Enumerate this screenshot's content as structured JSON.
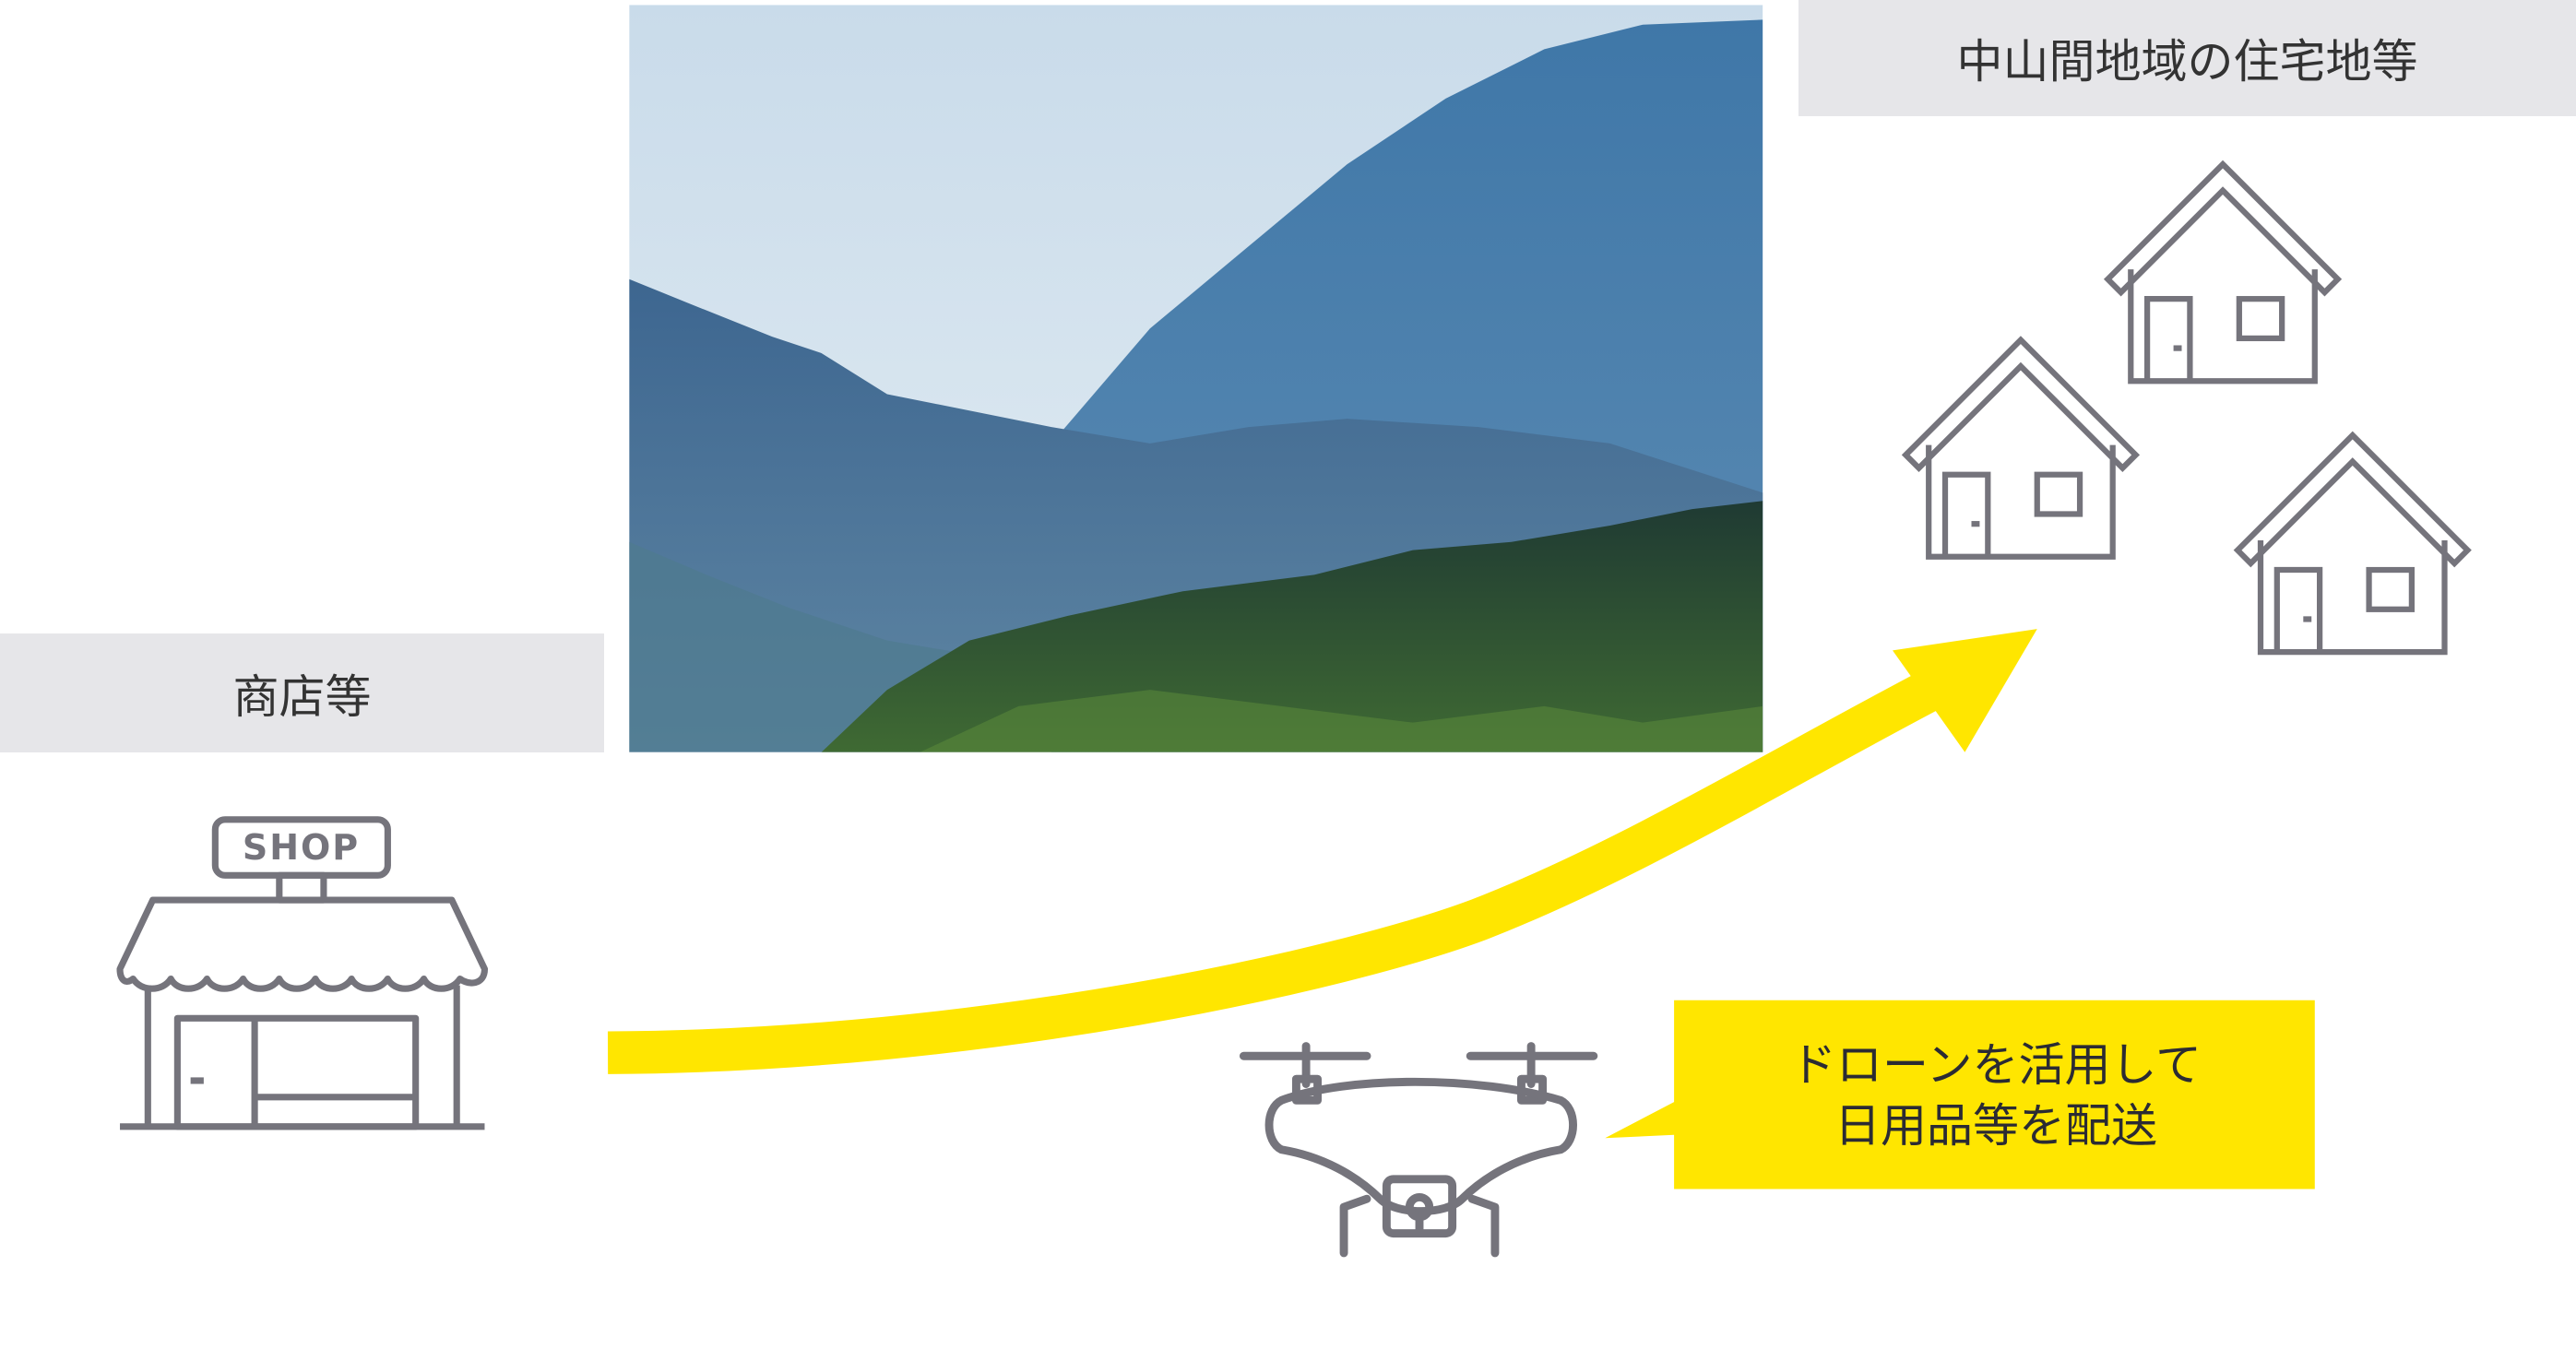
{
  "labels": {
    "residential_area": "中山間地域の住宅地等",
    "shop_area": "商店等"
  },
  "shop_sign": "SHOP",
  "callout": {
    "line1": "ドローンを活用して",
    "line2": "日用品等を配送"
  },
  "colors": {
    "accent_yellow": "#ffe600",
    "icon_gray": "#75747c",
    "label_bg": "#e6e6e9",
    "text": "#333333"
  }
}
